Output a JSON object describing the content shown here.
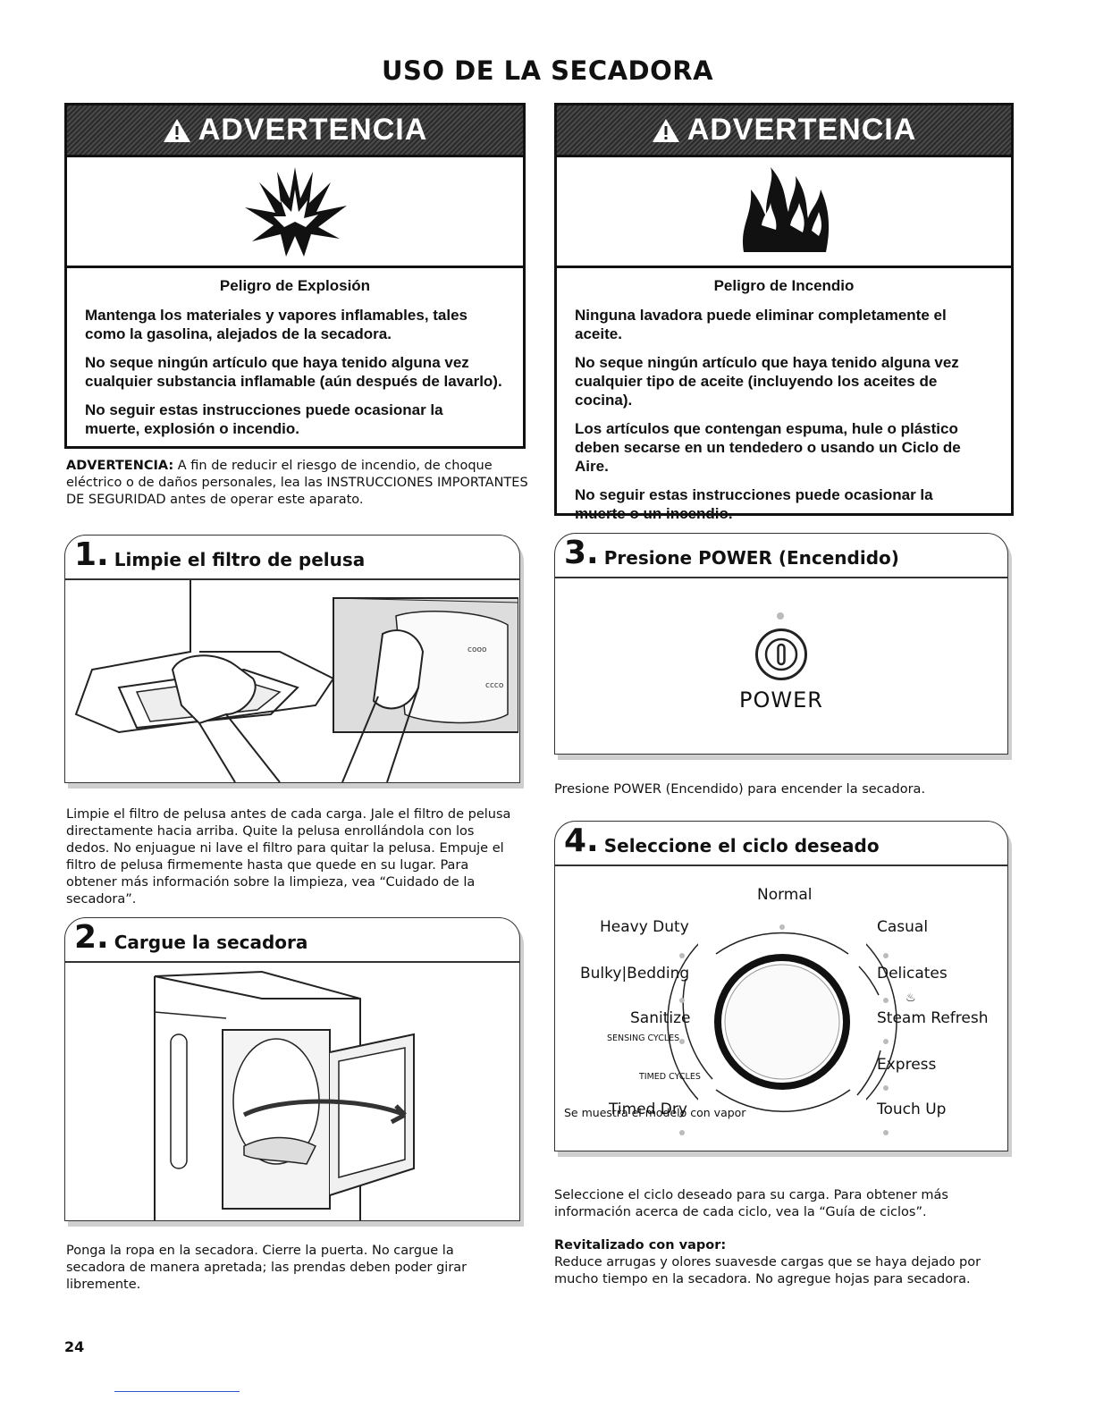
{
  "page": {
    "title": "USO DE LA SECADORA",
    "page_number": "24"
  },
  "warning_left": {
    "header": "ADVERTENCIA",
    "heading": "Peligro de Explosión",
    "paragraphs": [
      "Mantenga los materiales y vapores inflamables, tales como la gasolina, alejados de la secadora.",
      "No seque ningún artículo que haya tenido alguna vez cualquier substancia inflamable (aún después de lavarlo).",
      "No seguir estas instrucciones puede ocasionar la muerte, explosión o incendio."
    ],
    "icon": "explosion-icon"
  },
  "warning_right": {
    "header": "ADVERTENCIA",
    "heading": "Peligro de Incendio",
    "paragraphs": [
      "Ninguna lavadora puede eliminar completamente el aceite.",
      "No seque ningún artículo que haya tenido alguna vez cualquier tipo de aceite (incluyendo los aceites de cocina).",
      "Los artículos que contengan espuma, hule o plástico deben secarse en un tendedero o usando un Ciclo de Aire.",
      "No seguir estas instrucciones puede ocasionar la muerte o un incendio."
    ],
    "icon": "fire-icon"
  },
  "advertencia_note": {
    "label": "ADVERTENCIA:",
    "text": " A fin de reducir el riesgo de incendio, de choque eléctrico o de daños personales, lea las INSTRUCCIONES IMPORTANTES DE SEGURIDAD antes de operar este aparato."
  },
  "step1": {
    "number": "1.",
    "title": "Limpie el filtro de pelusa",
    "description": "Limpie el filtro de pelusa antes de cada carga. Jale el filtro de pelusa directamente hacia arriba. Quite la pelusa enrollándola con los dedos. No enjuague ni lave el filtro para quitar la pelusa. Empuje el filtro de pelusa firmemente hasta que quede en su lugar. Para obtener más información sobre la limpieza, vea “Cuidado de la secadora”."
  },
  "step2": {
    "number": "2.",
    "title": "Cargue la secadora",
    "description": "Ponga la ropa en la secadora. Cierre la puerta. No cargue la secadora de manera apretada; las prendas deben poder girar libremente."
  },
  "step3": {
    "number": "3.",
    "title": "Presione POWER (Encendido)",
    "power_label": "POWER",
    "description": "Presione POWER (Encendido) para encender la secadora."
  },
  "step4": {
    "number": "4.",
    "title": "Seleccione el ciclo deseado",
    "dial": {
      "normal": "Normal",
      "heavy_duty": "Heavy Duty",
      "bulky_bedding": "Bulky|Bedding",
      "sanitize": "Sanitize",
      "sensing_cycles": "SENSING CYCLES",
      "timed_cycles": "TIMED CYCLES",
      "timed_dry": "Timed Dry",
      "casual": "Casual",
      "delicates": "Delicates",
      "steam_refresh": "Steam Refresh",
      "express": "Express",
      "touch_up": "Touch Up",
      "caption": "Se muestra el modelo con vapor"
    },
    "description": "Seleccione el ciclo deseado para su carga. Para obtener más información acerca de cada ciclo, vea la “Guía de ciclos”.",
    "steam_heading": "Revitalizado con vapor:",
    "steam_text": "Reduce arrugas y olores suavesde cargas que se haya dejado por mucho tiempo en la secadora. No agregue hojas para secadora."
  }
}
